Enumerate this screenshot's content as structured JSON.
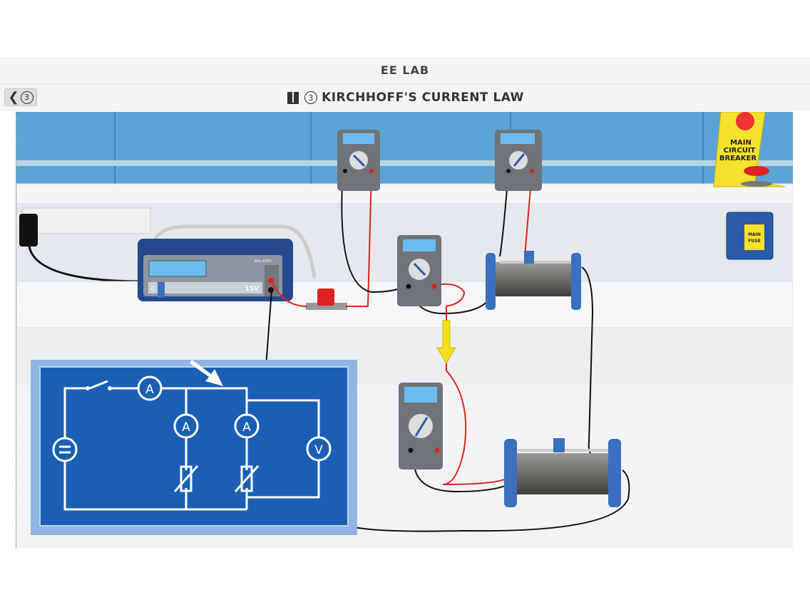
{
  "app": {
    "title": "EE LAB"
  },
  "nav": {
    "back_step": "3",
    "back_icon": "chevron-left-icon",
    "lesson_number": "3",
    "lesson_title": "KIRCHHOFF'S CURRENT LAW",
    "book_icon": "book-icon"
  },
  "scene": {
    "power_supply": {
      "brand": "BAL-8985",
      "min_label": "0",
      "max_label": "15V",
      "dial_value_fraction": 0.0
    },
    "breaker": {
      "line1": "MAIN",
      "line2": "CIRCUIT",
      "line3": "BREAKER"
    },
    "fuse": {
      "line1": "MAIN",
      "line2": "FUSE"
    },
    "schematic": {
      "ammeter": "A",
      "voltmeter": "V"
    },
    "colors": {
      "wall": "#5ba4d6",
      "panel": "#1a5fb4",
      "arrow": "#f2e11a",
      "probe_red": "#e02020"
    }
  }
}
